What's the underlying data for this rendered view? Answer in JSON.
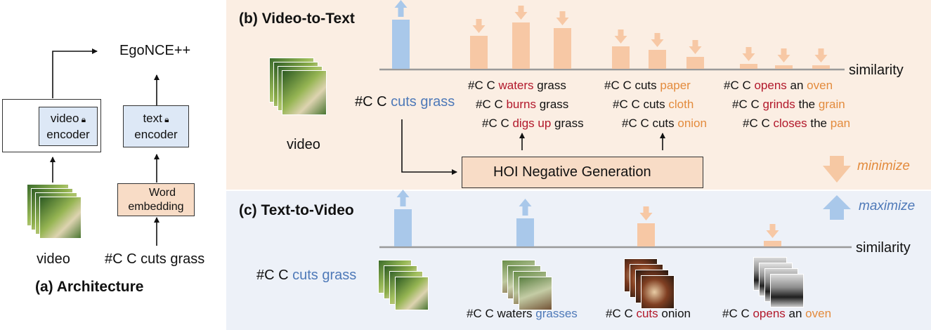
{
  "panel_a": {
    "title": "(a) Architecture",
    "loss": "EgoNCE++",
    "video_encoder": [
      "video",
      "encoder"
    ],
    "text_encoder": [
      "text",
      "encoder"
    ],
    "word_embedding": [
      "Word",
      "embedding"
    ],
    "video_label": "video",
    "text_input": "#C C cuts grass"
  },
  "panel_b": {
    "title": "(b) Video-to-Text",
    "axis_label": "similarity",
    "video_label": "video",
    "query": {
      "prefix": "#C C ",
      "highlight": "cuts grass"
    },
    "hoi_box": "HOI Negative Generation",
    "caption_groups": [
      [
        [
          {
            "t": "#C C ",
            "c": "k"
          },
          {
            "t": "waters",
            "c": "r"
          },
          {
            "t": " grass",
            "c": "k"
          }
        ],
        [
          {
            "t": "#C C ",
            "c": "k"
          },
          {
            "t": "burns",
            "c": "r"
          },
          {
            "t": " grass",
            "c": "k"
          }
        ],
        [
          {
            "t": "#C C ",
            "c": "k"
          },
          {
            "t": "digs up",
            "c": "r"
          },
          {
            "t": " grass",
            "c": "k"
          }
        ]
      ],
      [
        [
          {
            "t": "#C C cuts ",
            "c": "k"
          },
          {
            "t": "paper",
            "c": "o"
          }
        ],
        [
          {
            "t": "#C C cuts ",
            "c": "k"
          },
          {
            "t": "cloth",
            "c": "o"
          }
        ],
        [
          {
            "t": "#C C cuts ",
            "c": "k"
          },
          {
            "t": "onion",
            "c": "o"
          }
        ]
      ],
      [
        [
          {
            "t": "#C C ",
            "c": "k"
          },
          {
            "t": "opens",
            "c": "r"
          },
          {
            "t": " an ",
            "c": "k"
          },
          {
            "t": "oven",
            "c": "o"
          }
        ],
        [
          {
            "t": "#C C ",
            "c": "k"
          },
          {
            "t": "grinds",
            "c": "r"
          },
          {
            "t": " the ",
            "c": "k"
          },
          {
            "t": "grain",
            "c": "o"
          }
        ],
        [
          {
            "t": "#C C ",
            "c": "k"
          },
          {
            "t": "closes",
            "c": "r"
          },
          {
            "t": " the ",
            "c": "k"
          },
          {
            "t": "pan",
            "c": "o"
          }
        ]
      ]
    ]
  },
  "panel_c": {
    "title": "(c) Text-to-Video",
    "axis_label": "similarity",
    "query": {
      "prefix": "#C C ",
      "highlight": "cuts grass"
    },
    "captions": [
      [
        {
          "t": "#C C waters ",
          "c": "k"
        },
        {
          "t": "grasses",
          "c": "b"
        }
      ],
      [
        {
          "t": "#C C ",
          "c": "k"
        },
        {
          "t": "cuts",
          "c": "r"
        },
        {
          "t": " onion",
          "c": "k"
        }
      ],
      [
        {
          "t": "#C C ",
          "c": "k"
        },
        {
          "t": "opens",
          "c": "r"
        },
        {
          "t": " an ",
          "c": "k"
        },
        {
          "t": "oven",
          "c": "o"
        }
      ]
    ]
  },
  "legend": {
    "minimize": "minimize",
    "maximize": "maximize"
  },
  "colors": {
    "blue": "#4e79b8",
    "red": "#b2182b",
    "orange": "#e38b3d",
    "pos_bar": "#a9c8ea",
    "neg_bar": "#f7c8a5"
  },
  "chart_data": [
    {
      "type": "bar",
      "title": "(b) Video-to-Text",
      "xlabel": "similarity",
      "series": [
        {
          "values": [
            0.7,
            0.47,
            0.66,
            0.58,
            0.32,
            0.27,
            0.17,
            0.07,
            0.05,
            0.05
          ]
        }
      ],
      "trend": [
        "up",
        "down",
        "down",
        "down",
        "down",
        "down",
        "down",
        "down",
        "down",
        "down"
      ]
    },
    {
      "type": "bar",
      "title": "(c) Text-to-Video",
      "xlabel": "similarity",
      "series": [
        {
          "values": [
            0.53,
            0.4,
            0.33,
            0.08
          ]
        }
      ],
      "trend": [
        "up",
        "up",
        "down",
        "down"
      ]
    }
  ]
}
